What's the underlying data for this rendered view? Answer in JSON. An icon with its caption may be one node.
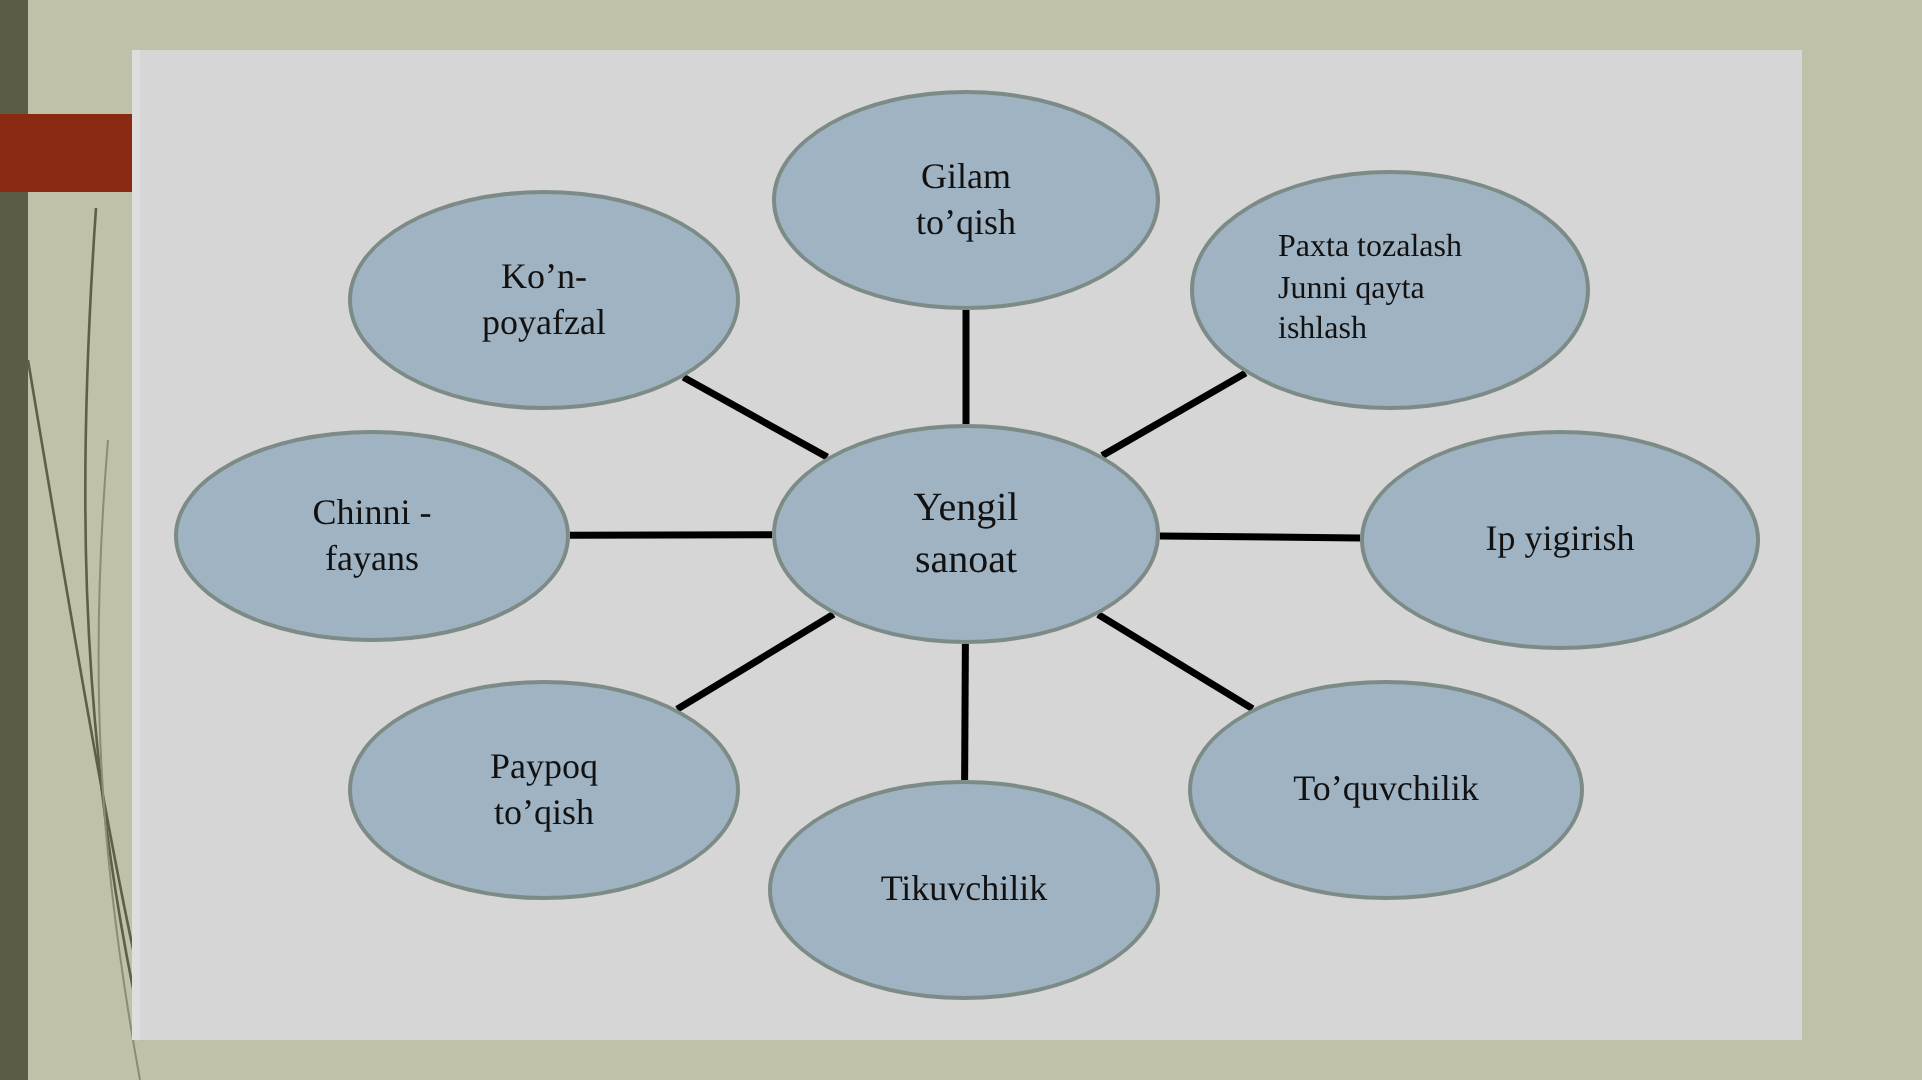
{
  "diagram": {
    "nodes": [
      {
        "text": [
          "Gilam to’qish"
        ]
      },
      {
        "text": [
          "Ko’n-poyafzal"
        ]
      },
      {
        "text": [
          "Paxta tozalash Junni qayta ishlash"
        ]
      },
      {
        "text": [
          "Chinni - fayans"
        ]
      },
      {
        "text": [
          "Yengil sanoat"
        ]
      },
      {
        "text": [
          "Ip yigirish"
        ]
      },
      {
        "text": [
          "Paypoq to’qish"
        ]
      },
      {
        "text": [
          "To’quvchilik"
        ]
      },
      {
        "text": [
          "Tikuvchilik"
        ]
      }
    ],
    "edges": [
      {
        "from": 4,
        "to": 0,
        "arrow": "none"
      },
      {
        "from": 4,
        "to": 1,
        "arrow": "none"
      },
      {
        "from": 4,
        "to": 2,
        "arrow": "none"
      },
      {
        "from": 4,
        "to": 3,
        "arrow": "none"
      },
      {
        "from": 4,
        "to": 5,
        "arrow": "none"
      },
      {
        "from": 4,
        "to": 6,
        "arrow": "none"
      },
      {
        "from": 4,
        "to": 7,
        "arrow": "none"
      },
      {
        "from": 4,
        "to": 8,
        "arrow": "none"
      }
    ]
  }
}
